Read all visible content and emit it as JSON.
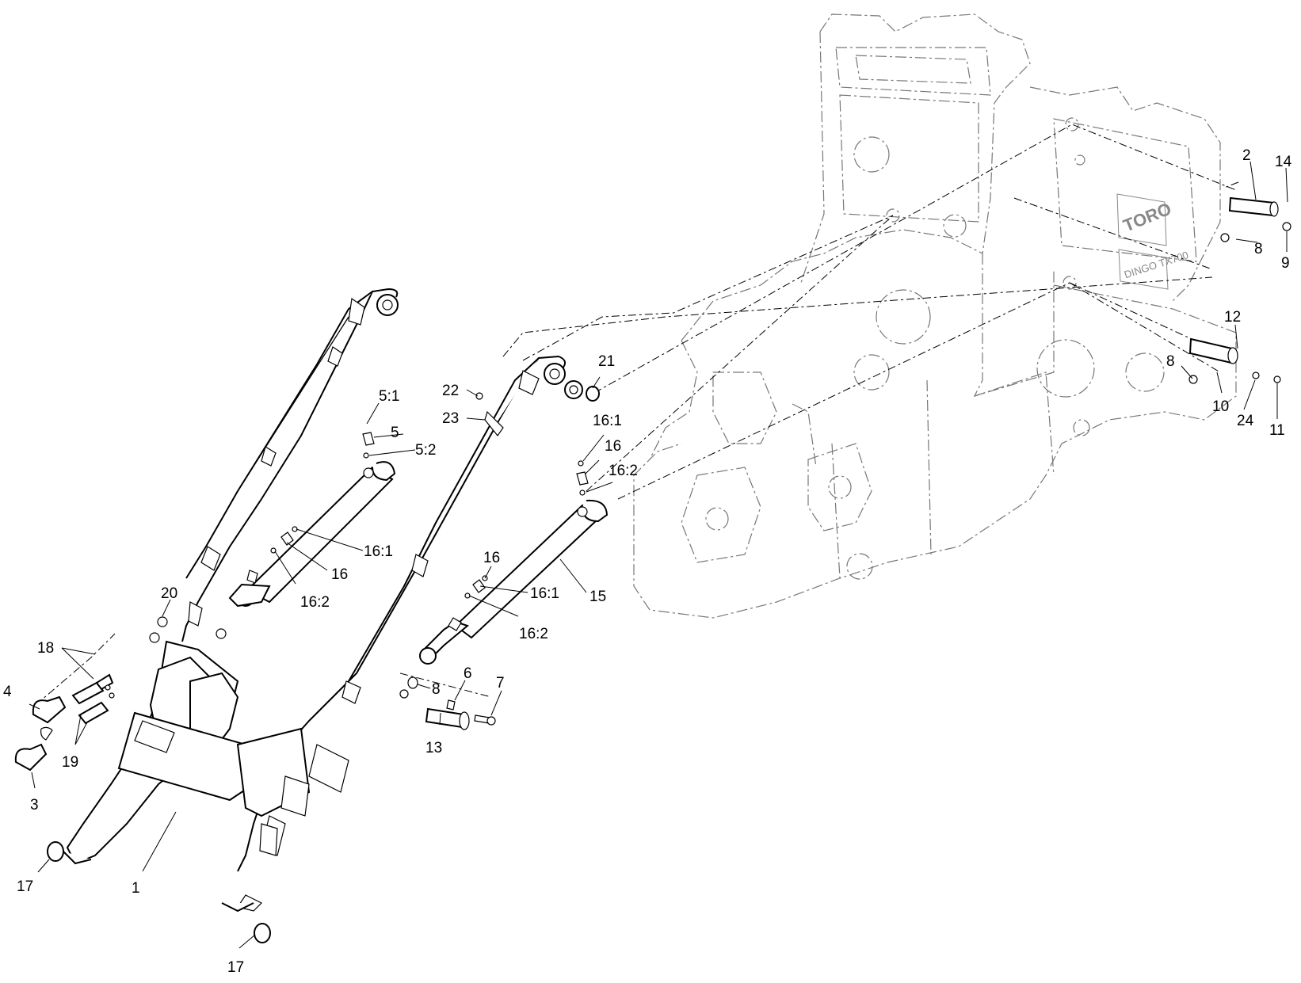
{
  "diagram": {
    "frame_brand": "TORO",
    "frame_model": "DINGO TX700",
    "callouts": [
      {
        "id": "c-2",
        "text": "2"
      },
      {
        "id": "c-14",
        "text": "14"
      },
      {
        "id": "c-8a",
        "text": "8"
      },
      {
        "id": "c-9",
        "text": "9"
      },
      {
        "id": "c-12",
        "text": "12"
      },
      {
        "id": "c-8b",
        "text": "8"
      },
      {
        "id": "c-10",
        "text": "10"
      },
      {
        "id": "c-24",
        "text": "24"
      },
      {
        "id": "c-11",
        "text": "11"
      },
      {
        "id": "c-21",
        "text": "21"
      },
      {
        "id": "c-22",
        "text": "22"
      },
      {
        "id": "c-23",
        "text": "23"
      },
      {
        "id": "c-5_1",
        "text": "5:1"
      },
      {
        "id": "c-5",
        "text": "5"
      },
      {
        "id": "c-5_2",
        "text": "5:2"
      },
      {
        "id": "c-16_1a",
        "text": "16:1"
      },
      {
        "id": "c-16a",
        "text": "16"
      },
      {
        "id": "c-16_2a",
        "text": "16:2"
      },
      {
        "id": "c-16_1b",
        "text": "16:1"
      },
      {
        "id": "c-16b",
        "text": "16"
      },
      {
        "id": "c-16_2b",
        "text": "16:2"
      },
      {
        "id": "c-16c",
        "text": "16"
      },
      {
        "id": "c-16_1c",
        "text": "16:1"
      },
      {
        "id": "c-16_2c",
        "text": "16:2"
      },
      {
        "id": "c-15",
        "text": "15"
      },
      {
        "id": "c-20",
        "text": "20"
      },
      {
        "id": "c-18",
        "text": "18"
      },
      {
        "id": "c-4",
        "text": "4"
      },
      {
        "id": "c-19",
        "text": "19"
      },
      {
        "id": "c-3",
        "text": "3"
      },
      {
        "id": "c-8c",
        "text": "8"
      },
      {
        "id": "c-6",
        "text": "6"
      },
      {
        "id": "c-7",
        "text": "7"
      },
      {
        "id": "c-13",
        "text": "13"
      },
      {
        "id": "c-1",
        "text": "1"
      },
      {
        "id": "c-17a",
        "text": "17"
      },
      {
        "id": "c-17b",
        "text": "17"
      }
    ]
  }
}
